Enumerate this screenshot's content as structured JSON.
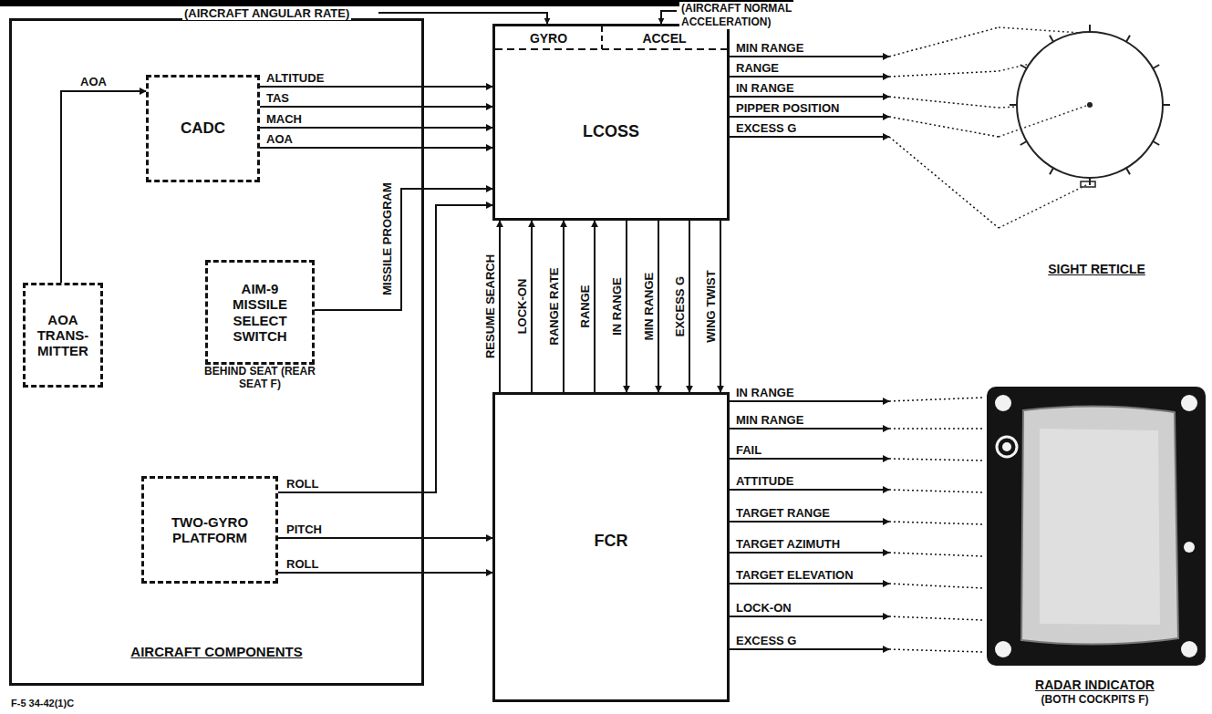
{
  "diagram": {
    "nodes": [
      {
        "text": [
          "AIRCRAFT COMPONENTS"
        ]
      },
      {
        "text": [
          "CADC"
        ],
        "in": 0
      },
      {
        "text": [
          "AOA TRANS- MITTER"
        ],
        "in": 0
      },
      {
        "text": [
          "AIM-9 MISSILE SELECT SWITCH",
          "BEHIND SEAT (REAR SEAT F)"
        ],
        "in": 0
      },
      {
        "text": [
          "TWO-GYRO PLATFORM"
        ],
        "in": 0
      },
      {
        "text": [
          "GYRO",
          "ACCEL",
          "LCOSS"
        ]
      },
      {
        "text": [
          "FCR"
        ]
      },
      {
        "text": [
          "SIGHT RETICLE"
        ]
      },
      {
        "text": [
          "RADAR INDICATOR",
          "(BOTH COCKPITS F)"
        ]
      }
    ],
    "edges": [
      {
        "from": 2,
        "to": 1,
        "arrow": "to",
        "label": "AOA"
      },
      {
        "from": 1,
        "to": 5,
        "arrow": "to",
        "label": "ALTITUDE"
      },
      {
        "from": 1,
        "to": 5,
        "arrow": "to",
        "label": "TAS"
      },
      {
        "from": 1,
        "to": 5,
        "arrow": "to",
        "label": "MACH"
      },
      {
        "from": 1,
        "to": 5,
        "arrow": "to",
        "label": "AOA"
      },
      {
        "from": 3,
        "to": 5,
        "arrow": "to",
        "label": "MISSILE PROGRAM"
      },
      {
        "from": 4,
        "to": 5,
        "arrow": "to",
        "label": "ROLL"
      },
      {
        "from": 4,
        "to": 6,
        "arrow": "to",
        "label": "PITCH"
      },
      {
        "from": 4,
        "to": 6,
        "arrow": "to",
        "label": "ROLL"
      },
      {
        "from": 6,
        "to": 5,
        "arrow": "to",
        "label": "RESUME SEARCH"
      },
      {
        "from": 6,
        "to": 5,
        "arrow": "to",
        "label": "LOCK-ON"
      },
      {
        "from": 6,
        "to": 5,
        "arrow": "to",
        "label": "RANGE RATE"
      },
      {
        "from": 6,
        "to": 5,
        "arrow": "to",
        "label": "RANGE"
      },
      {
        "from": 5,
        "to": 6,
        "arrow": "to",
        "label": "IN RANGE"
      },
      {
        "from": 5,
        "to": 6,
        "arrow": "to",
        "label": "MIN RANGE"
      },
      {
        "from": 5,
        "to": 6,
        "arrow": "to",
        "label": "EXCESS G"
      },
      {
        "from": 5,
        "to": 6,
        "arrow": "to",
        "label": "WING TWIST"
      },
      {
        "from": 5,
        "to": 7,
        "arrow": "to",
        "label": "MIN RANGE"
      },
      {
        "from": 5,
        "to": 7,
        "arrow": "to",
        "label": "RANGE"
      },
      {
        "from": 5,
        "to": 7,
        "arrow": "to",
        "label": "IN RANGE"
      },
      {
        "from": 5,
        "to": 7,
        "arrow": "to",
        "label": "PIPPER POSITION"
      },
      {
        "from": 5,
        "to": 7,
        "arrow": "to",
        "label": "EXCESS G"
      },
      {
        "from": 6,
        "to": 8,
        "arrow": "to",
        "label": "IN RANGE"
      },
      {
        "from": 6,
        "to": 8,
        "arrow": "to",
        "label": "MIN RANGE"
      },
      {
        "from": 6,
        "to": 8,
        "arrow": "to",
        "label": "FAIL"
      },
      {
        "from": 6,
        "to": 8,
        "arrow": "to",
        "label": "ATTITUDE"
      },
      {
        "from": 6,
        "to": 8,
        "arrow": "to",
        "label": "TARGET RANGE"
      },
      {
        "from": 6,
        "to": 8,
        "arrow": "to",
        "label": "TARGET AZIMUTH"
      },
      {
        "from": 6,
        "to": 8,
        "arrow": "to",
        "label": "TARGET ELEVATION"
      },
      {
        "from": 6,
        "to": 8,
        "arrow": "to",
        "label": "LOCK-ON"
      },
      {
        "from": 6,
        "to": 8,
        "arrow": "to",
        "label": "EXCESS G"
      }
    ],
    "labels": [
      "(AIRCRAFT ANGULAR RATE)",
      "(AIRCRAFT NORMAL ACCELERATION)",
      "F-5 34-42(1)C"
    ]
  }
}
